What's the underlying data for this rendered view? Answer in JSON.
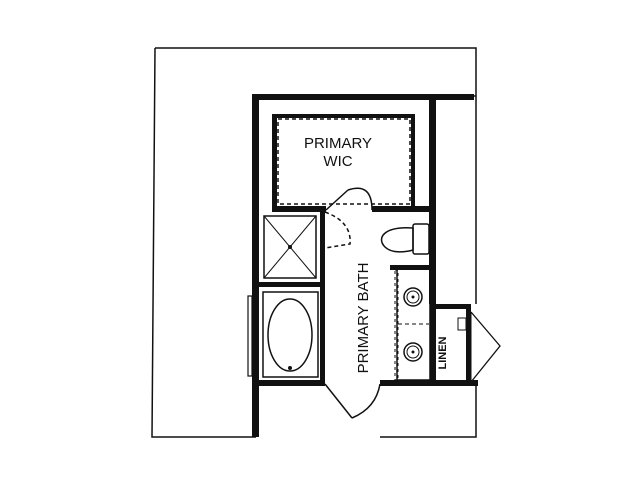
{
  "rooms": {
    "wic_line1": "PRIMARY",
    "wic_line2": "WIC",
    "bath": "PRIMARY BATH",
    "linen": "LINEN"
  },
  "colors": {
    "wall": "#111111",
    "background": "#ffffff"
  }
}
